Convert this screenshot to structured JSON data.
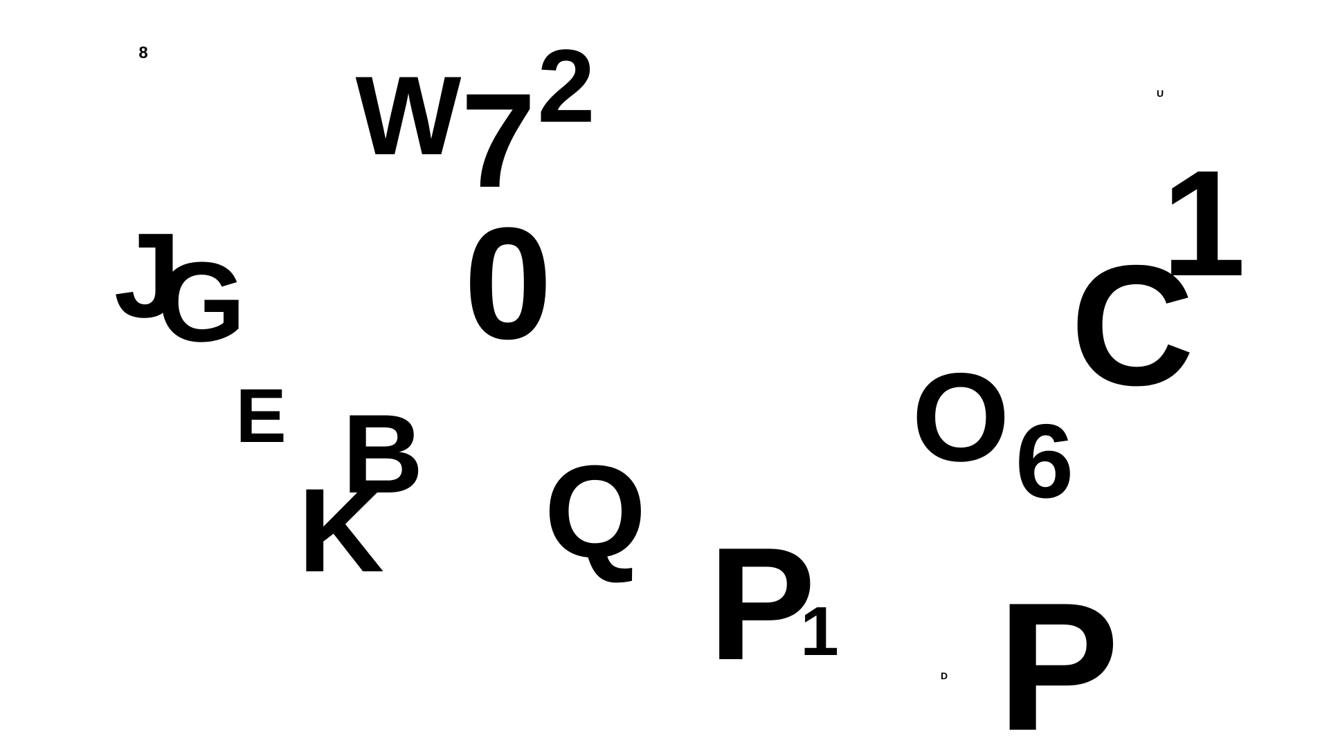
{
  "glyphs": [
    "8",
    "W",
    "7",
    "2",
    "U",
    "1",
    "J",
    "G",
    "0",
    "C",
    "E",
    "B",
    "O",
    "6",
    "K",
    "Q",
    "P",
    "1",
    "D",
    "P"
  ],
  "colors": {
    "background": "#ffffff",
    "text": "#000000"
  }
}
